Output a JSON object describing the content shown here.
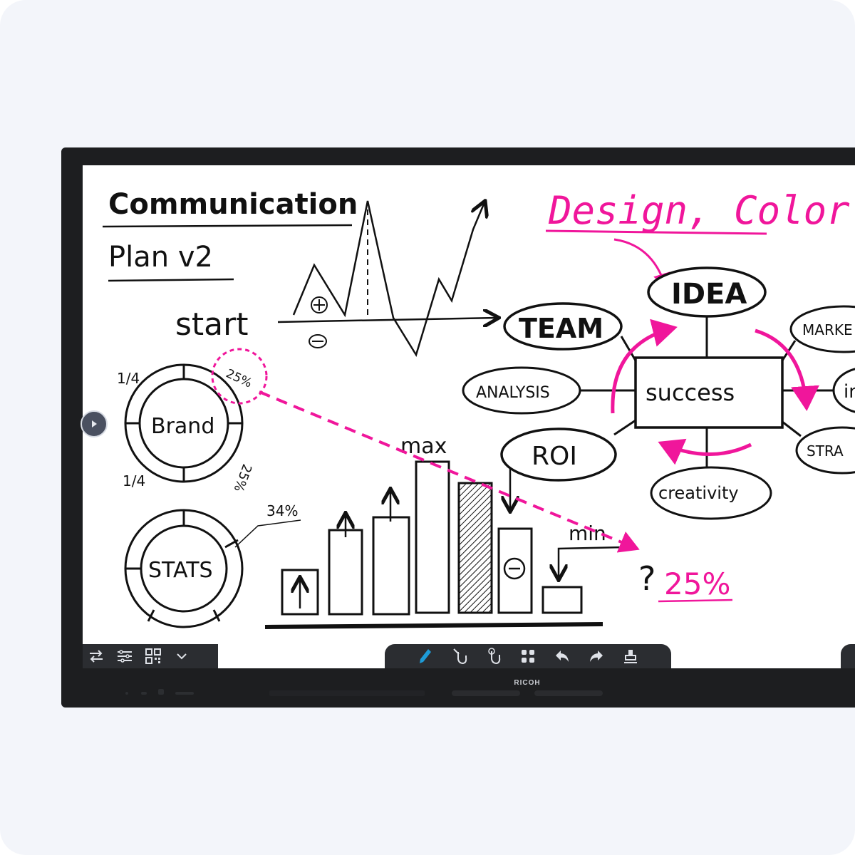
{
  "device": {
    "brand": "RICOH"
  },
  "whiteboard": {
    "title_line1": "Communication",
    "title_line2": "Plan v2",
    "start_label": "start",
    "heading_pink": "Design, Color",
    "mindmap": {
      "center": "success",
      "nodes": [
        "IDEA",
        "TEAM",
        "ANALYSIS",
        "ROI",
        "creativity",
        "MARKE",
        "in",
        "STRA"
      ]
    },
    "brand_circle": {
      "label": "Brand",
      "fractions": [
        "1/4",
        "1/4"
      ],
      "percent_top": "25%",
      "percent_rotated": "25%"
    },
    "stats_circle": {
      "label": "STATS",
      "callout": "34%"
    },
    "bar_chart": {
      "max_label": "max",
      "min_label": "min"
    },
    "pink_percent": "25%",
    "question_mark": "?"
  },
  "toolbar": {
    "left_icons": [
      "swap-arrows-icon",
      "sliders-icon",
      "qr-code-icon",
      "chevron-down-icon"
    ],
    "center_icons": [
      "pen-icon",
      "select-hand-icon",
      "touch-hand-icon",
      "apps-grid-icon",
      "undo-icon",
      "redo-icon",
      "eraser-icon"
    ],
    "accent": "#1e9bd7"
  },
  "colors": {
    "pink": "#f0169b",
    "ink": "#111111"
  }
}
